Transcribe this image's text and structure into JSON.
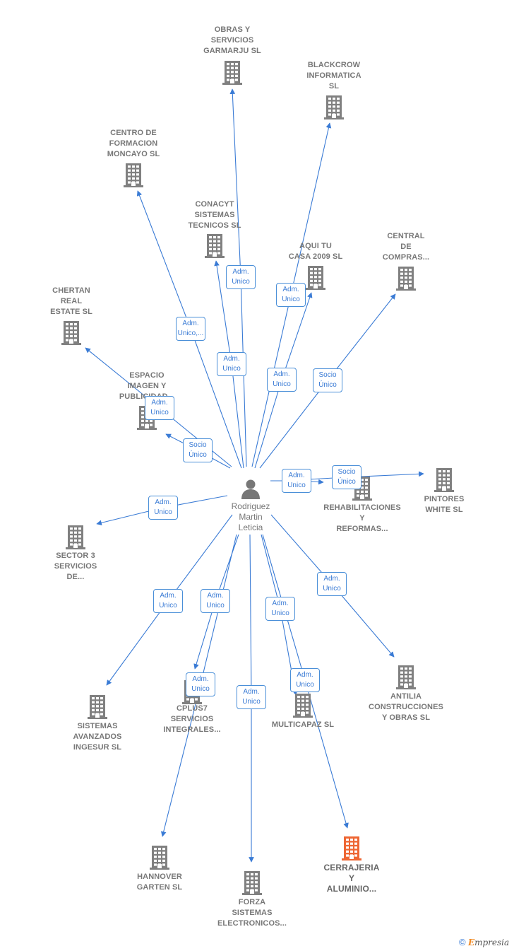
{
  "colors": {
    "edge": "#3a7bd5",
    "building": "#808080",
    "building_highlight": "#ee6633",
    "person": "#777777"
  },
  "person": {
    "label": "Rodriguez\nMartin\nLeticia",
    "icon": "person-icon"
  },
  "companies": [
    {
      "id": "obras",
      "label": "OBRAS Y\nSERVICIOS\nGARMARJU SL",
      "icon": "building-icon"
    },
    {
      "id": "blackcrow",
      "label": "BLACKCROW\nINFORMATICA\nSL",
      "icon": "building-icon"
    },
    {
      "id": "centro",
      "label": "CENTRO DE\nFORMACION\nMONCAYO  SL",
      "icon": "building-icon"
    },
    {
      "id": "conacyt",
      "label": "CONACYT\nSISTEMAS\nTECNICOS  SL",
      "icon": "building-icon"
    },
    {
      "id": "aquitu",
      "label": "AQUI TU\nCASA 2009 SL",
      "icon": "building-icon"
    },
    {
      "id": "central",
      "label": "CENTRAL\nDE\nCOMPRAS...",
      "icon": "building-icon"
    },
    {
      "id": "chertan",
      "label": "CHERTAN\nREAL\nESTATE  SL",
      "icon": "building-icon"
    },
    {
      "id": "espacio",
      "label": "ESPACIO\nIMAGEN Y\nPUBLICIDAD...",
      "icon": "building-icon"
    },
    {
      "id": "rehab",
      "label": "REHABILITACIONES\nY\nREFORMAS...",
      "icon": "building-icon"
    },
    {
      "id": "pintores",
      "label": "PINTORES\nWHITE  SL",
      "icon": "building-icon"
    },
    {
      "id": "sector3",
      "label": "SECTOR 3\nSERVICIOS\nDE...",
      "icon": "building-icon"
    },
    {
      "id": "antilia",
      "label": "ANTILIA\nCONSTRUCCIONES\nY OBRAS  SL",
      "icon": "building-icon"
    },
    {
      "id": "sistemas",
      "label": "SISTEMAS\nAVANZADOS\nINGESUR  SL",
      "icon": "building-icon"
    },
    {
      "id": "cplus7",
      "label": "CPLUS7\nSERVICIOS\nINTEGRALES...",
      "icon": "building-icon"
    },
    {
      "id": "multicapaz",
      "label": "MULTICAPAZ SL",
      "icon": "building-icon"
    },
    {
      "id": "hannover",
      "label": "HANNOVER\nGARTEN  SL",
      "icon": "building-icon"
    },
    {
      "id": "forza",
      "label": "FORZA\nSISTEMAS\nELECTRONICOS...",
      "icon": "building-icon"
    },
    {
      "id": "cerrajeria",
      "label": "CERRAJERIA\nY\nALUMINIO...",
      "icon": "building-icon-highlight"
    }
  ],
  "relations": [
    {
      "to": "obras",
      "label": "Adm.\nUnico"
    },
    {
      "to": "blackcrow",
      "label": "Adm.\nUnico"
    },
    {
      "to": "centro",
      "label": "Adm.\nUnico,..."
    },
    {
      "to": "conacyt",
      "label": "Adm.\nUnico"
    },
    {
      "to": "aquitu",
      "label": "Adm.\nUnico"
    },
    {
      "to": "central",
      "label": "Socio\nÚnico"
    },
    {
      "to": "chertan",
      "label": "Adm.\nUnico"
    },
    {
      "to": "espacio",
      "label": "Socio\nÚnico"
    },
    {
      "to": "rehab",
      "label": "Adm.\nUnico"
    },
    {
      "to": "pintores",
      "label": "Socio\nÚnico"
    },
    {
      "to": "sector3",
      "label": "Adm.\nUnico"
    },
    {
      "to": "antilia",
      "label": "Adm.\nUnico"
    },
    {
      "to": "sistemas",
      "label": "Adm.\nUnico"
    },
    {
      "to": "cplus7",
      "label": "Adm.\nUnico"
    },
    {
      "to": "multicapaz",
      "label": "Adm.\nUnico"
    },
    {
      "to": "hannover",
      "label": "Adm.\nUnico"
    },
    {
      "to": "forza",
      "label": "Adm.\nUnico"
    },
    {
      "to": "cerrajeria",
      "label": "Adm.\nUnico"
    }
  ],
  "brand": {
    "copyright": "©",
    "first_letter": "E",
    "rest": "mpresia"
  }
}
